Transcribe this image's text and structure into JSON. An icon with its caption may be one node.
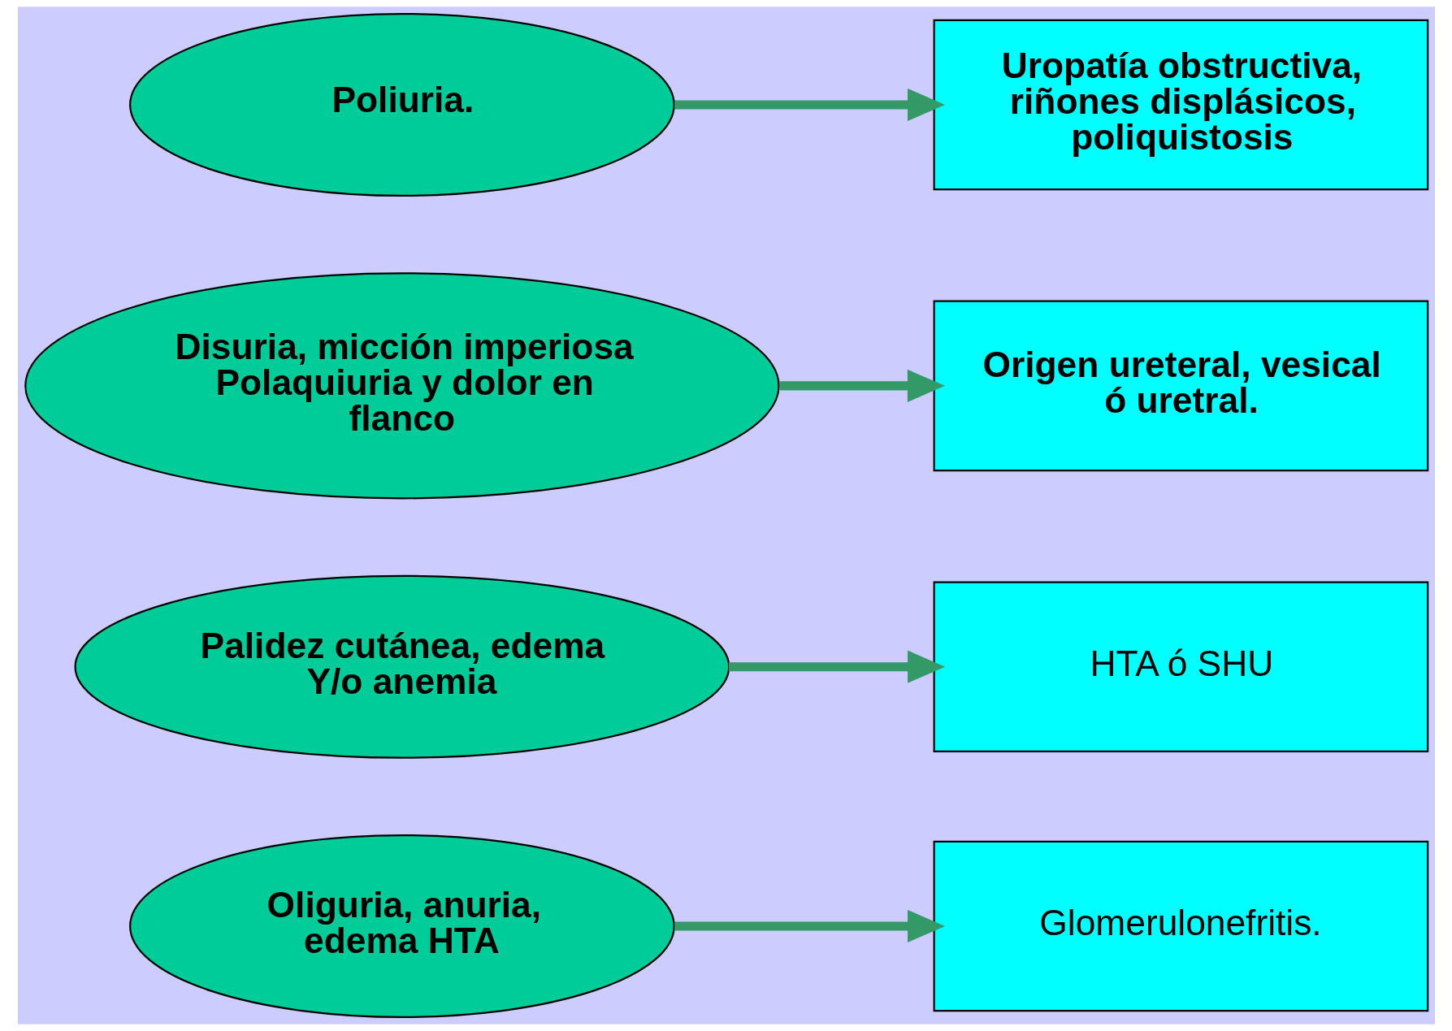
{
  "diagram": {
    "nodes": [
      {
        "text": [
          "Oliguria, anuria, edema HTA"
        ]
      },
      {
        "text": [
          "Glomerulonefritis."
        ]
      },
      {
        "text": [
          "Palidez cutánea, edema Y/o anemia"
        ]
      },
      {
        "text": [
          "HTA ó SHU"
        ]
      },
      {
        "text": [
          "Disuria, micción imperiosa Polaquiuria y dolor en flanco"
        ]
      },
      {
        "text": [
          "Origen ureteral, vesical ó uretral."
        ]
      },
      {
        "text": [
          "Poliuria."
        ]
      },
      {
        "text": [
          "Uropatía obstructiva, riñones displásicos, poliquistosis"
        ]
      }
    ],
    "edges": [
      {
        "from": 0,
        "to": 1,
        "arrow": "to"
      },
      {
        "from": 2,
        "to": 3,
        "arrow": "to"
      },
      {
        "from": 4,
        "to": 5,
        "arrow": "to"
      },
      {
        "from": 6,
        "to": 7,
        "arrow": "to"
      }
    ]
  }
}
